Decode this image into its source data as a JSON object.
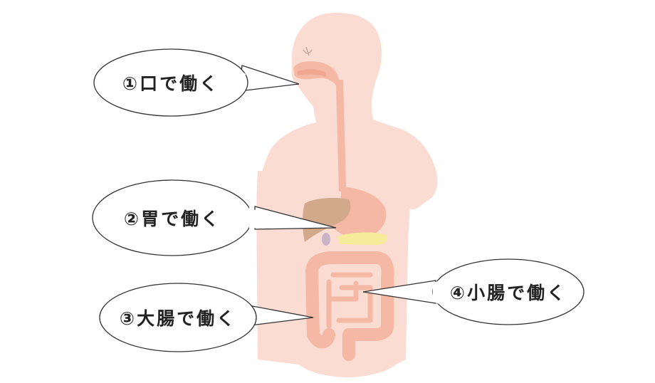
{
  "colors": {
    "body": "#fadcd3",
    "tract": "#f5b8a4",
    "tract_dark": "#efa791",
    "liver": "#d2a98a",
    "pancreas": "#f6eb9a",
    "gallbladder": "#c9b3c9",
    "callout_stroke": "#333333",
    "callout_fill": "#ffffff"
  },
  "callouts": [
    {
      "id": "mouth",
      "label": "①口で働く"
    },
    {
      "id": "stomach",
      "label": "②胃で働く"
    },
    {
      "id": "large-intestine",
      "label": "③大腸で働く"
    },
    {
      "id": "small-intestine",
      "label": "④小腸で働く"
    }
  ]
}
